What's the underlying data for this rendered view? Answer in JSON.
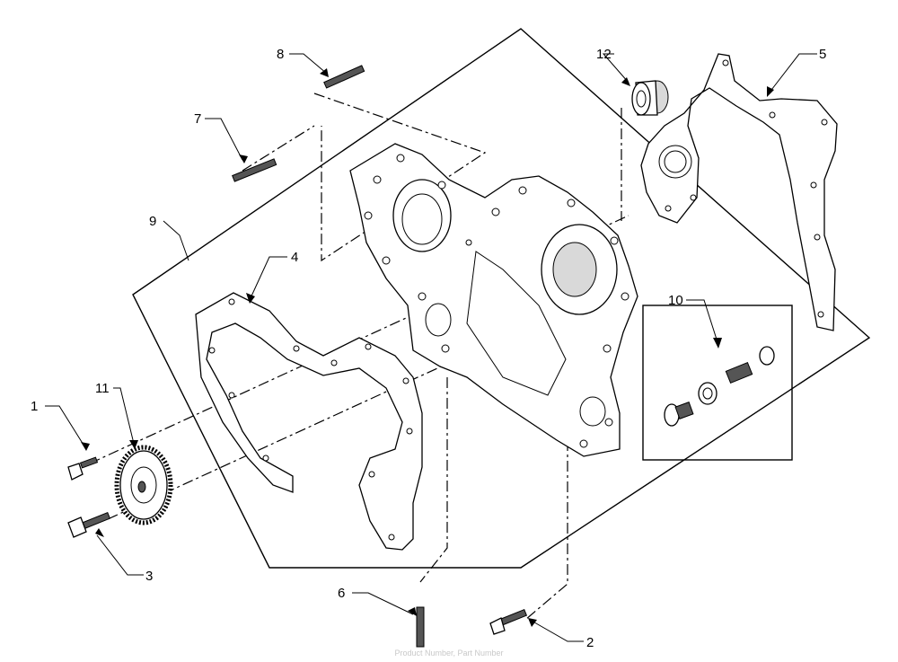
{
  "diagram": {
    "type": "exploded-parts-view",
    "callouts": [
      {
        "id": "1",
        "label": "1"
      },
      {
        "id": "2",
        "label": "2"
      },
      {
        "id": "3",
        "label": "3"
      },
      {
        "id": "4",
        "label": "4"
      },
      {
        "id": "5",
        "label": "5"
      },
      {
        "id": "6",
        "label": "6"
      },
      {
        "id": "7",
        "label": "7"
      },
      {
        "id": "8",
        "label": "8"
      },
      {
        "id": "9",
        "label": "9"
      },
      {
        "id": "10",
        "label": "10"
      },
      {
        "id": "11",
        "label": "11"
      },
      {
        "id": "12",
        "label": "12"
      }
    ],
    "footer_caption": "Product Number, Part Number"
  }
}
